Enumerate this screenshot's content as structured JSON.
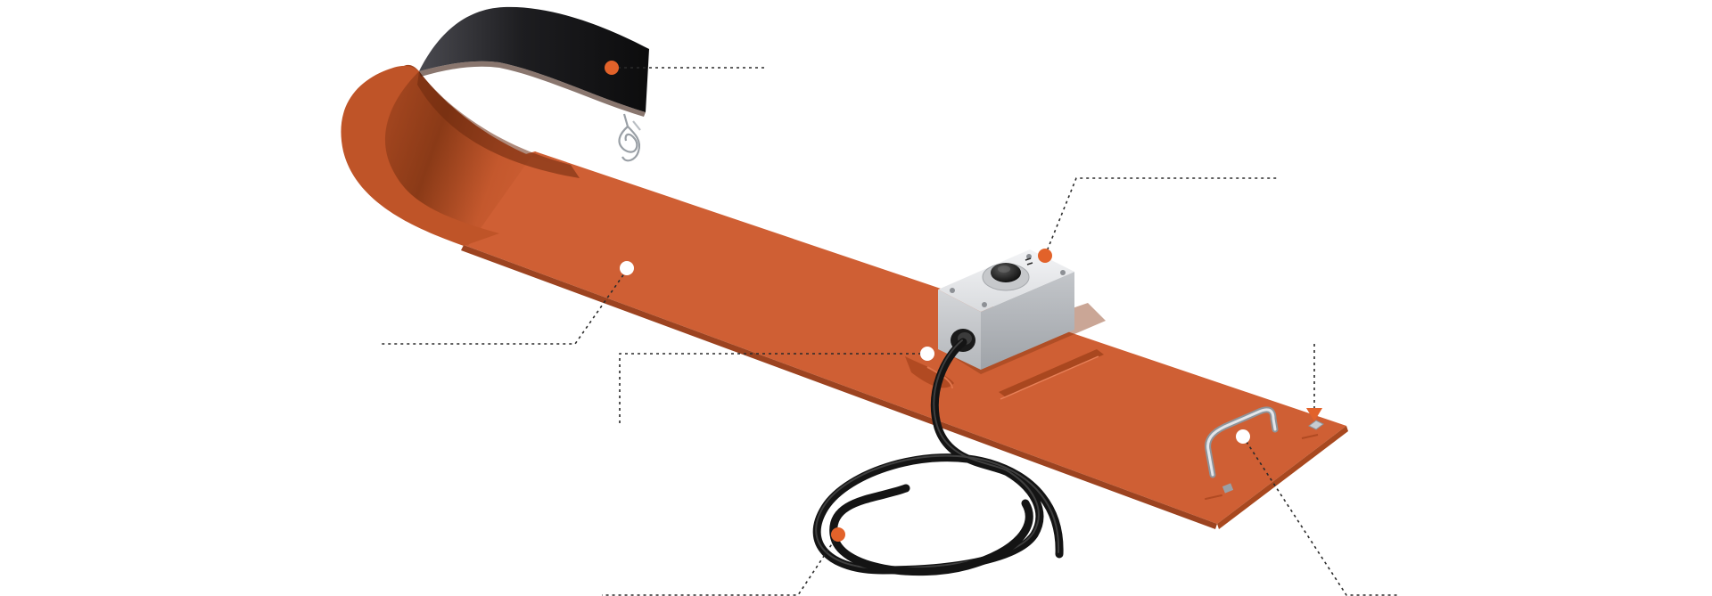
{
  "diagram": {
    "subject": "silicone-heating-blanket-with-thermostat",
    "callouts": [
      {
        "id": "black-insulated-end",
        "marker": "orange-dot"
      },
      {
        "id": "orange-silicone-blanket",
        "marker": "white-dot"
      },
      {
        "id": "thermostat-control-box",
        "marker": "orange-dot"
      },
      {
        "id": "cable-entry",
        "marker": "white-dot"
      },
      {
        "id": "power-cable",
        "marker": "orange-dot"
      },
      {
        "id": "carry-handle",
        "marker": "white-dot"
      },
      {
        "id": "mounting-clip",
        "marker": "orange-triangle"
      }
    ],
    "colors": {
      "blanket": "#cf5f34",
      "blanket_shade": "#7a2f12",
      "black_end": "#1c1c1e",
      "orange_marker": "#e2622a",
      "white_marker": "#ffffff",
      "leader_line": "#2b2b2b",
      "control_box": "#d6d8db",
      "cable": "#161616"
    }
  }
}
